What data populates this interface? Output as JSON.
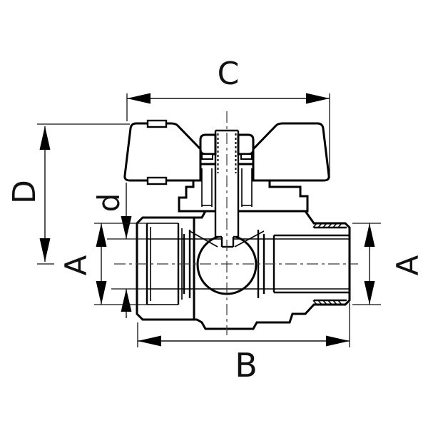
{
  "drawing": {
    "subject": "ball-valve-with-butterfly-handle-cross-section",
    "background": "#ffffff",
    "line_color": "#000000"
  },
  "labels": {
    "top_length": "C",
    "handle_height": "D",
    "bore_diameter": "d",
    "a_left": "A",
    "a_right": "A",
    "body_length": "B"
  }
}
